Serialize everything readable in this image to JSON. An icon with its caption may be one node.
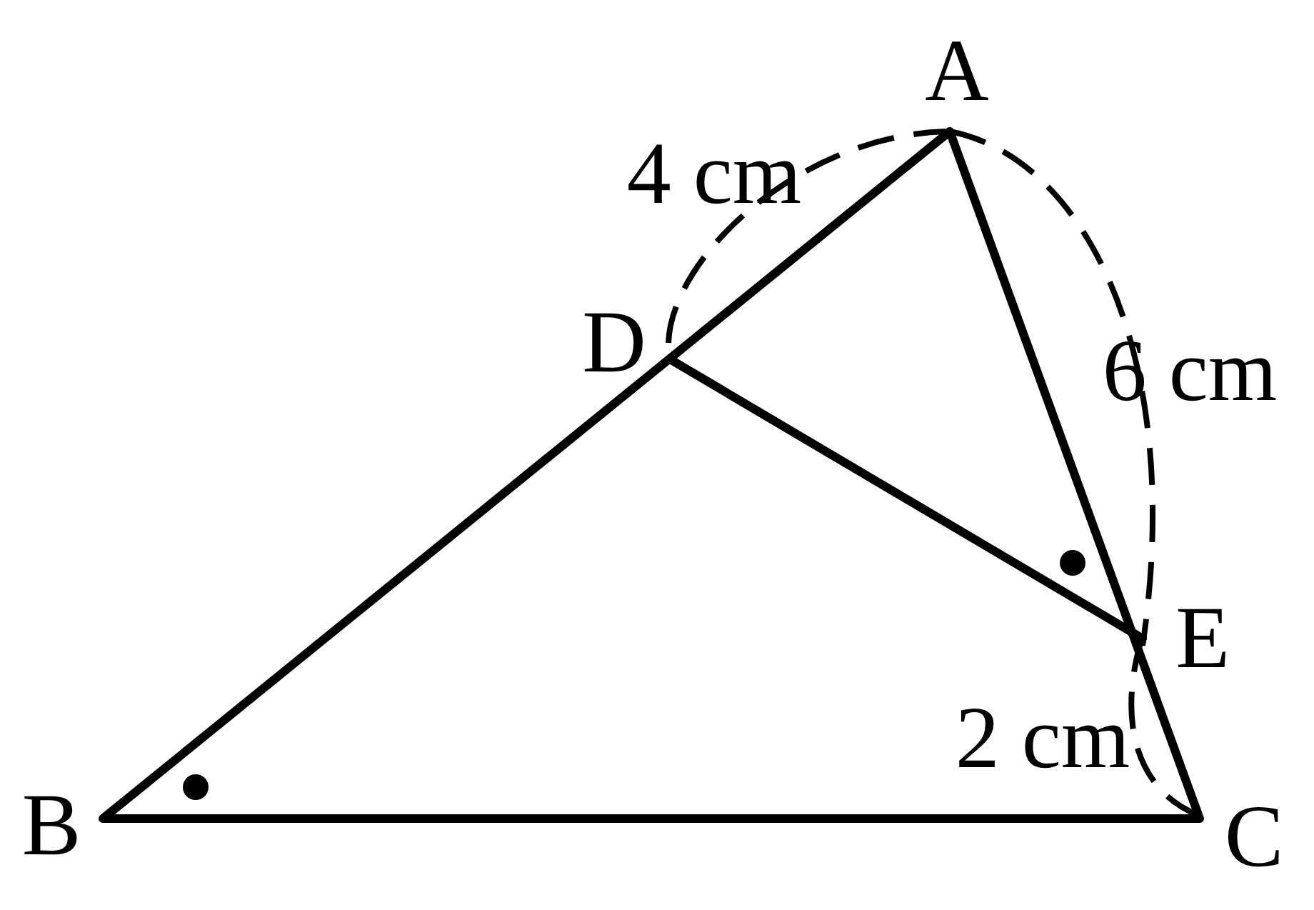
{
  "diagram": {
    "labels": [
      "A",
      "4 cm",
      "D",
      "6 cm",
      "E",
      "2 cm",
      "B",
      "C"
    ]
  }
}
